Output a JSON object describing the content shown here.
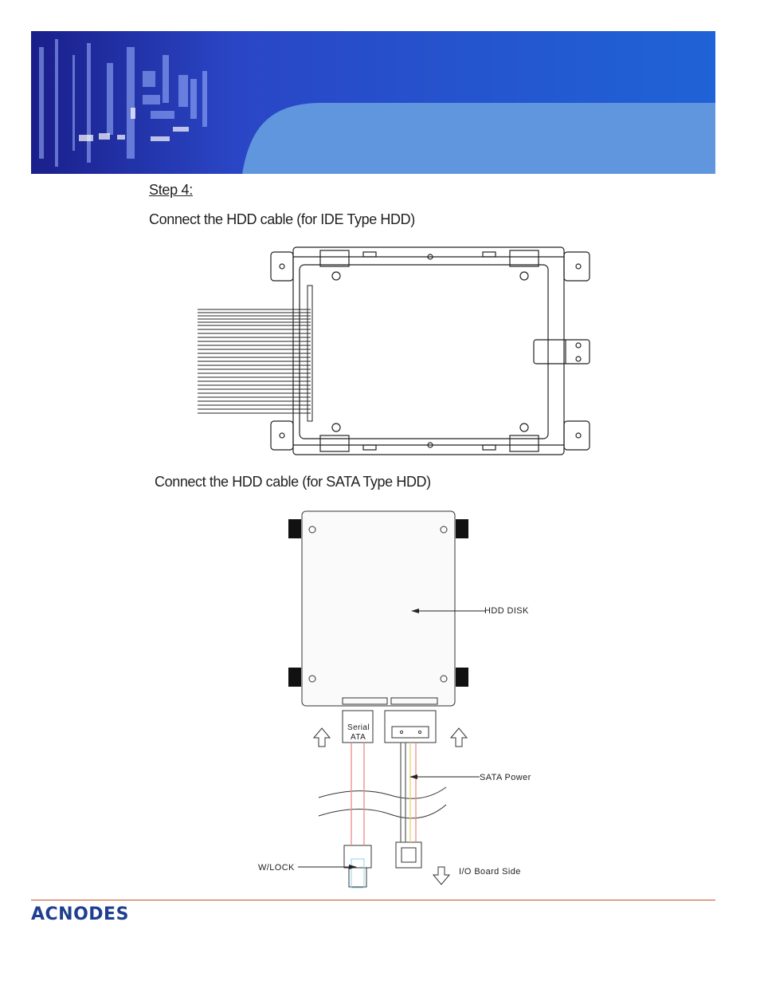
{
  "header": {
    "banner_colors": {
      "left": "#1a2a9a",
      "right": "#1f63d6",
      "curve": "#5f96de"
    }
  },
  "content": {
    "step_label": "Step 4:",
    "ide_caption": "Connect the HDD cable (for IDE Type HDD)",
    "sata_caption": "Connect the HDD cable (for SATA Type HDD)"
  },
  "sata_diagram": {
    "hdd_label": "HDD DISK",
    "connector_label_1": "Serial",
    "connector_label_2": "ATA",
    "power_label": "SATA Power",
    "lock_label": "W/LOCK",
    "board_label": "I/O Board Side"
  },
  "footer": {
    "logo_text": "ACNODES",
    "line_color": "#c8502a"
  }
}
